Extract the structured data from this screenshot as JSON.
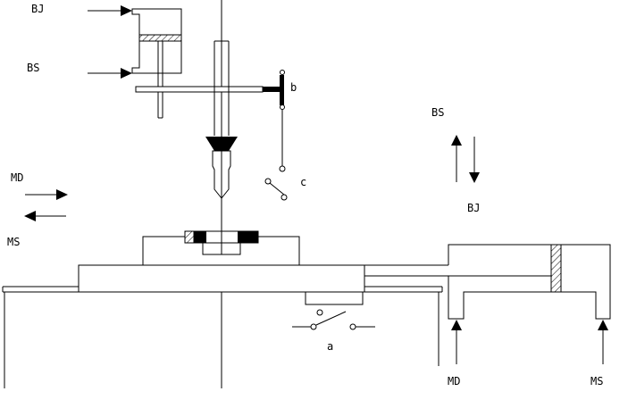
{
  "labels": {
    "bj_top": "BJ",
    "bs_top": "BS",
    "b": "b",
    "c": "c",
    "md_left": "MD",
    "ms_left": "MS",
    "bs_right": "BS",
    "bj_right": "BJ",
    "a": "a",
    "md_bottom": "MD",
    "ms_bottom": "MS"
  }
}
